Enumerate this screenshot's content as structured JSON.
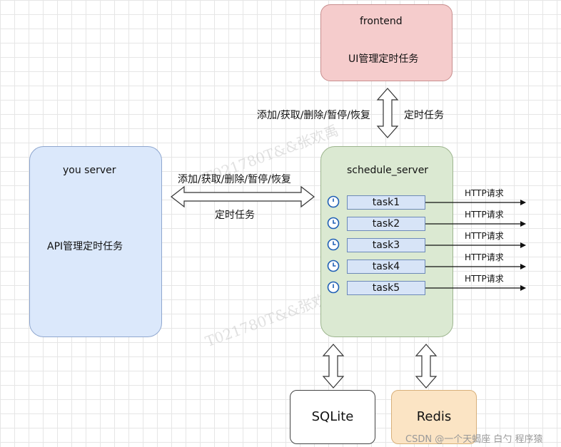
{
  "frontend": {
    "title": "frontend",
    "subtitle": "UI管理定时任务"
  },
  "you_server": {
    "title": "you server",
    "subtitle": "API管理定时任务"
  },
  "schedule_server": {
    "title": "schedule_server",
    "tasks": [
      "task1",
      "task2",
      "task3",
      "task4",
      "task5"
    ],
    "http_label": "HTTP请求"
  },
  "labels": {
    "ops_top": "添加/获取/删除/暂停/恢复",
    "timer_top": "定时任务",
    "ops_mid": "添加/获取/删除/暂停/恢复",
    "timer_mid": "定时任务"
  },
  "storage": {
    "sqlite": "SQLite",
    "redis": "Redis"
  },
  "watermark": {
    "text": "T021780T&&张欢禹",
    "credit": "CSDN @一个天蝎座 白勺 程序猿"
  },
  "colors": {
    "frontend": "#f5cccc",
    "you_server": "#dbe8fb",
    "schedule_server": "#dbe9d2",
    "redis": "#fbe4c4",
    "task": "#d7e4f7",
    "clock": "#1f5fb5"
  }
}
